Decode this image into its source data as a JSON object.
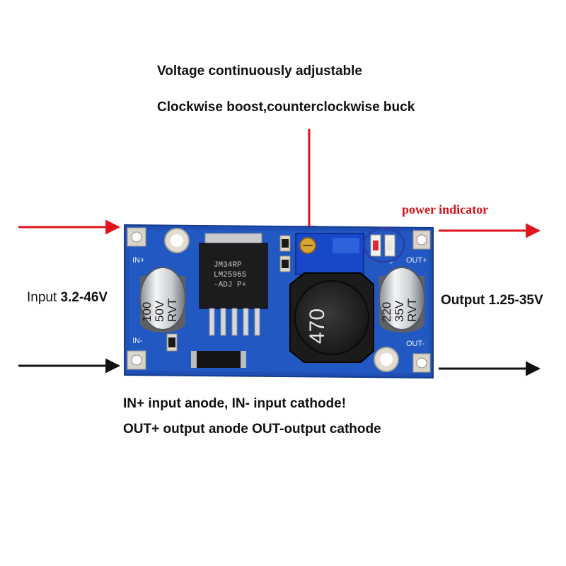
{
  "captions": {
    "title_line1": "Voltage continuously adjustable",
    "title_line2": "Clockwise boost,counterclockwise buck",
    "note_line1": "IN+ input anode, IN- input cathode!",
    "note_line2": "OUT+ output anode OUT-output cathode",
    "power_indicator": "power indicator",
    "input_prefix": "Input",
    "input_range": "3.2-46V",
    "output_prefix": "Output",
    "output_range": "1.25-35V"
  },
  "board": {
    "in_plus": "IN+",
    "in_minus": "IN-",
    "out_plus": "OUT+",
    "out_minus": "OUT-",
    "ic_line1": "JM34RP",
    "ic_line2": "LM2596S",
    "ic_line3": "-ADJ P+",
    "cap_in_line1": "100",
    "cap_in_line2": "50V",
    "cap_in_line3": "RVT",
    "cap_out_line1": "220",
    "cap_out_line2": "35V",
    "cap_out_line3": "RVT",
    "inductor_label": "470"
  },
  "colors": {
    "arrow_red": "#e0141c",
    "arrow_black": "#111111",
    "pcb_blue": "#1e4fb4",
    "indicator_text": "#d4121a"
  }
}
